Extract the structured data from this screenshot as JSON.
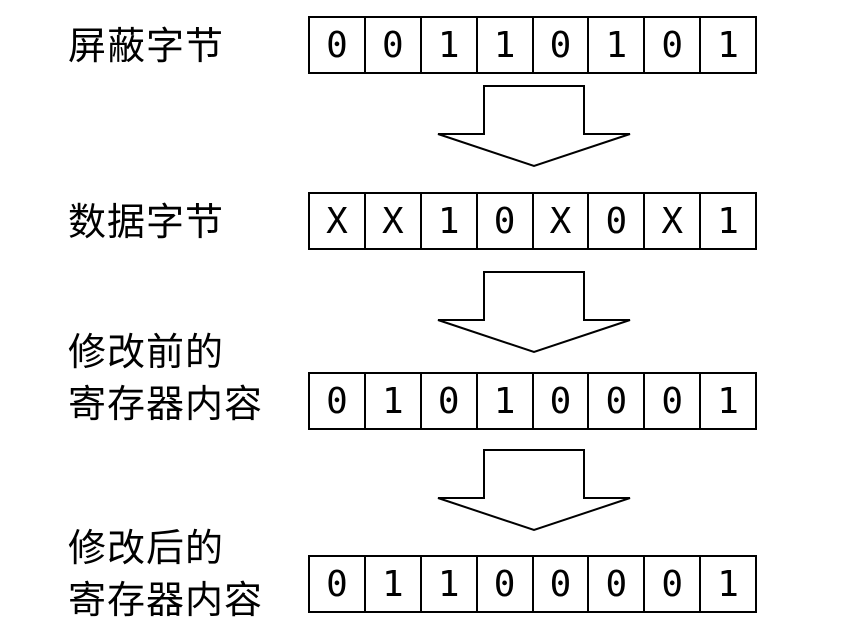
{
  "rows": [
    {
      "label_lines": [
        "屏蔽字节"
      ],
      "bits": [
        "0",
        "0",
        "1",
        "1",
        "0",
        "1",
        "0",
        "1"
      ]
    },
    {
      "label_lines": [
        "数据字节"
      ],
      "bits": [
        "X",
        "X",
        "1",
        "0",
        "X",
        "0",
        "X",
        "1"
      ]
    },
    {
      "label_lines": [
        "修改前的",
        "寄存器内容"
      ],
      "bits": [
        "0",
        "1",
        "0",
        "1",
        "0",
        "0",
        "0",
        "1"
      ]
    },
    {
      "label_lines": [
        "修改后的",
        "寄存器内容"
      ],
      "bits": [
        "0",
        "1",
        "1",
        "0",
        "0",
        "0",
        "0",
        "1"
      ]
    }
  ],
  "colors": {
    "stroke": "#000000",
    "background": "#ffffff"
  }
}
